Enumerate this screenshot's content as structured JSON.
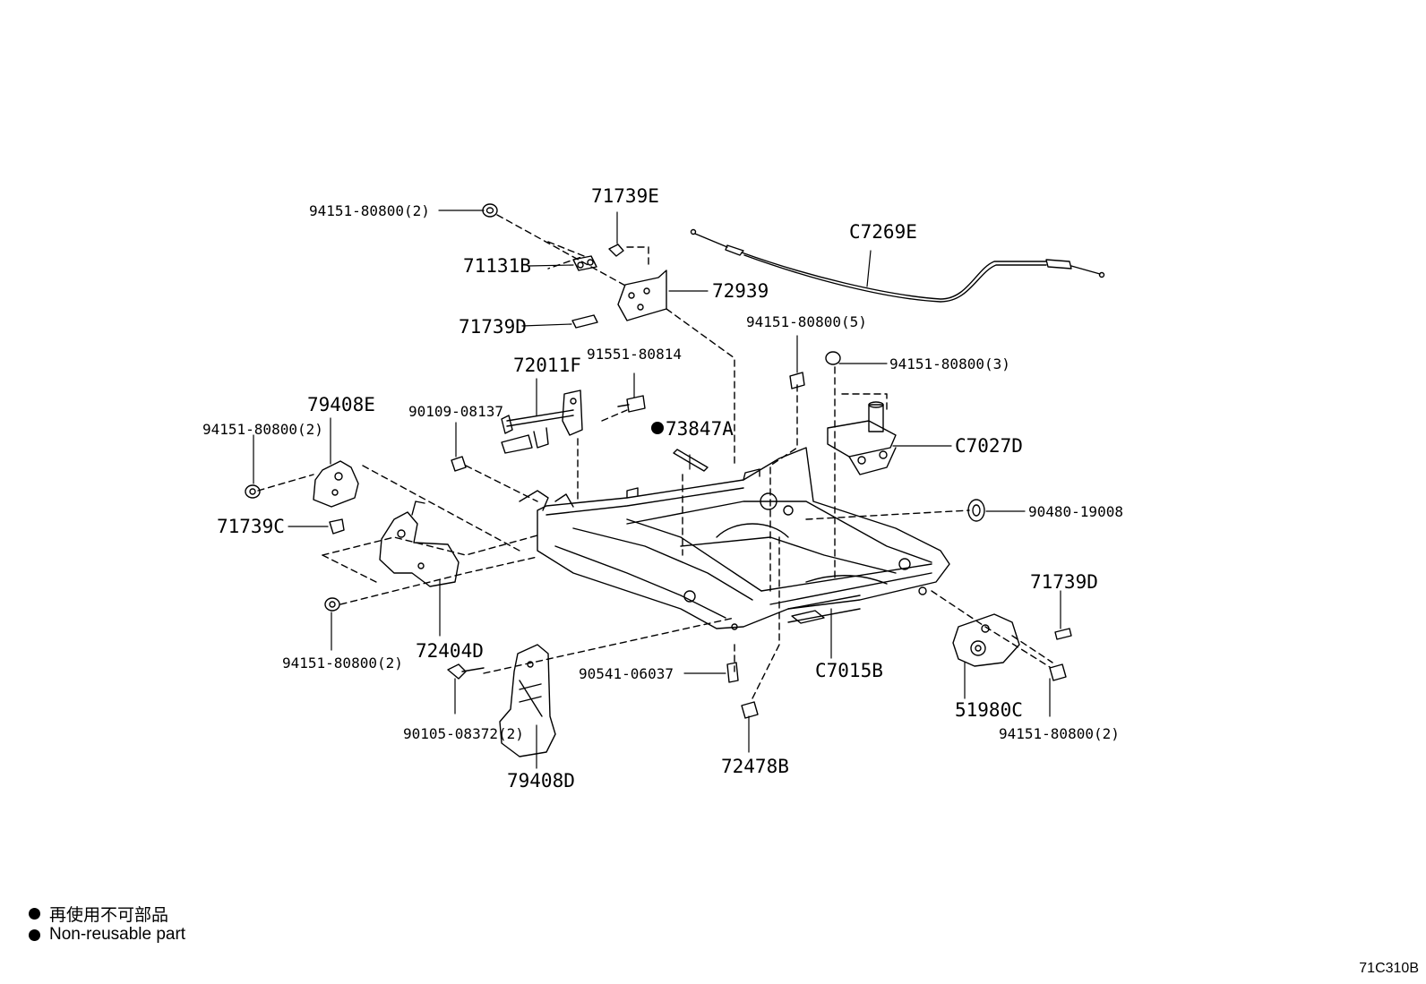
{
  "parts": {
    "p94151_top": "94151-80800(2)",
    "p71739E": "71739E",
    "p71131B": "71131B",
    "p72939": "72939",
    "p71739D_top": "71739D",
    "pC7269E": "C7269E",
    "p94151_5": "94151-80800(5)",
    "p94151_3": "94151-80800(3)",
    "p72011F": "72011F",
    "p91551": "91551-80814",
    "p73847A": "73847A",
    "p79408E": "79408E",
    "p90109": "90109-08137",
    "p94151_left": "94151-80800(2)",
    "pC7027D": "C7027D",
    "p71739C": "71739C",
    "p90480": "90480-19008",
    "p71739D_right": "71739D",
    "p72404D": "72404D",
    "p94151_bl": "94151-80800(2)",
    "p90541": "90541-06037",
    "pC7015B": "C7015B",
    "p51980C": "51980C",
    "p94151_br": "94151-80800(2)",
    "p90105": "90105-08372(2)",
    "p79408D": "79408D",
    "p72478B": "72478B"
  },
  "legend": {
    "jp": "再使用不可部品",
    "en": "Non-reusable part"
  },
  "diagram_code": "71C310B"
}
